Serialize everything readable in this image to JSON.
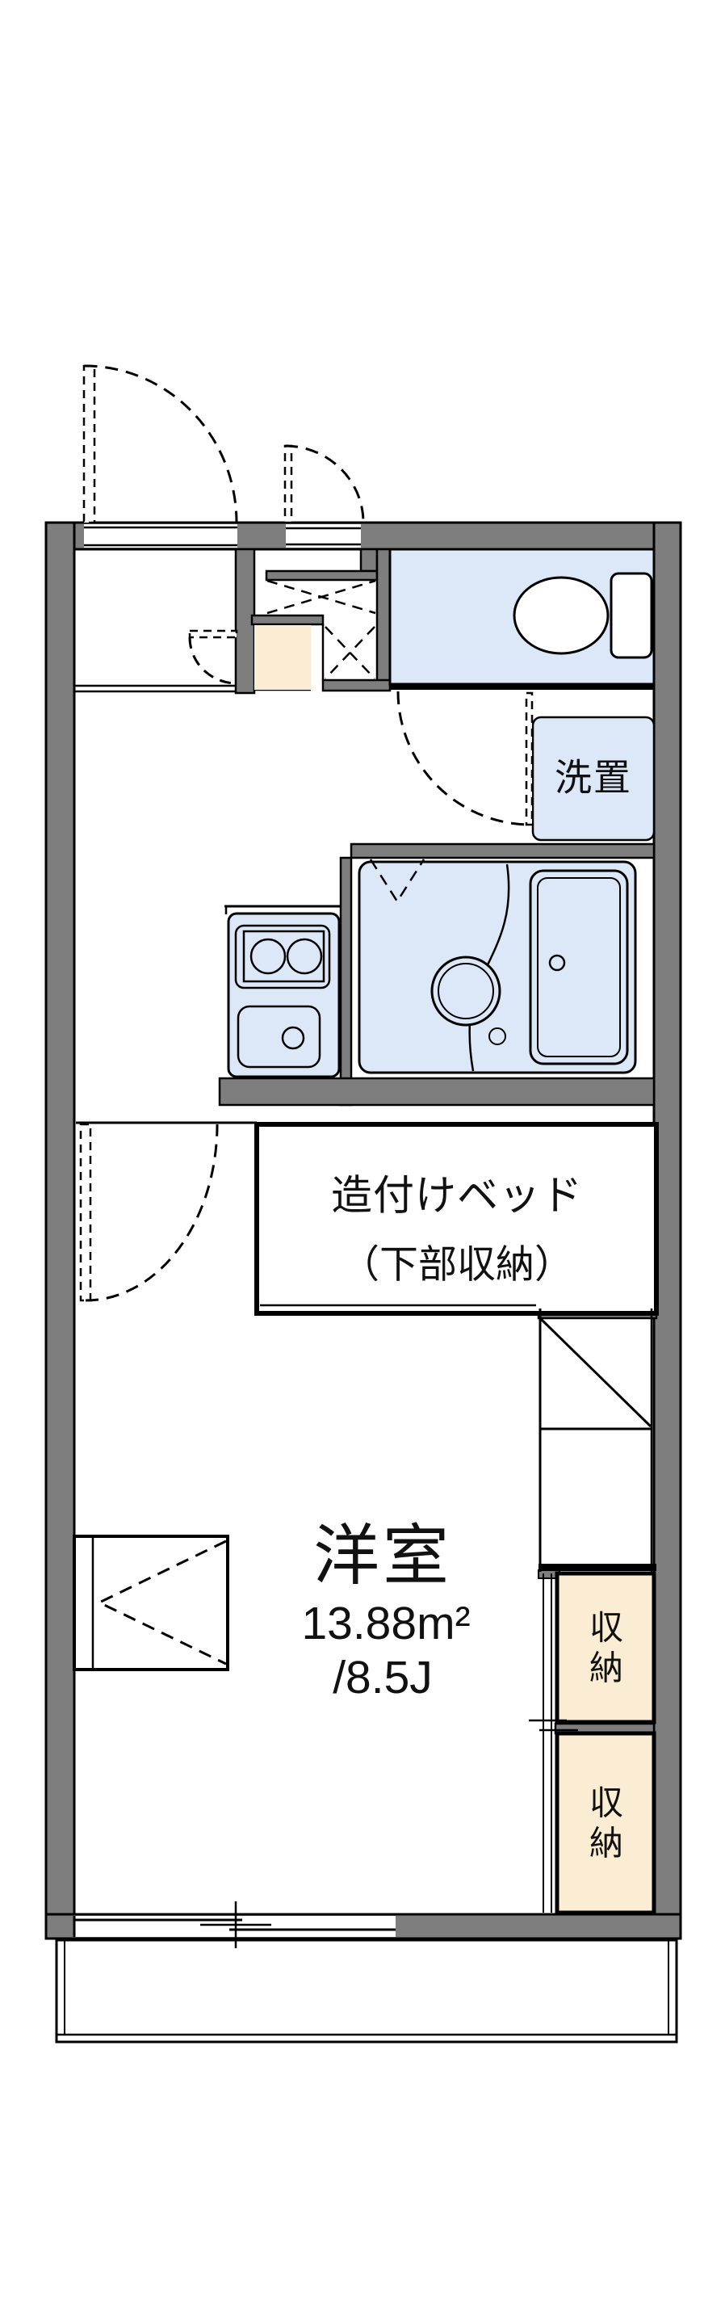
{
  "page": {
    "background": "#ffffff",
    "kind": "apartment floor plan"
  },
  "colors": {
    "wall": "#7e7e7e",
    "line": "#000000",
    "fixture": "#dce7f7",
    "tatami": "#fbedd3",
    "floor": "#ffffff",
    "text": "#111111"
  },
  "floorplan": {
    "washer_space": {
      "label": "洗置"
    },
    "built_in_bed": {
      "line1": "造付けベッド",
      "line2": "（下部収納）"
    },
    "main_room": {
      "name": "洋室",
      "area_m2": "13.88m²",
      "area_tatami": "/8.5J"
    },
    "storage_upper": {
      "label": "収納"
    },
    "storage_lower": {
      "label": "収納"
    }
  }
}
